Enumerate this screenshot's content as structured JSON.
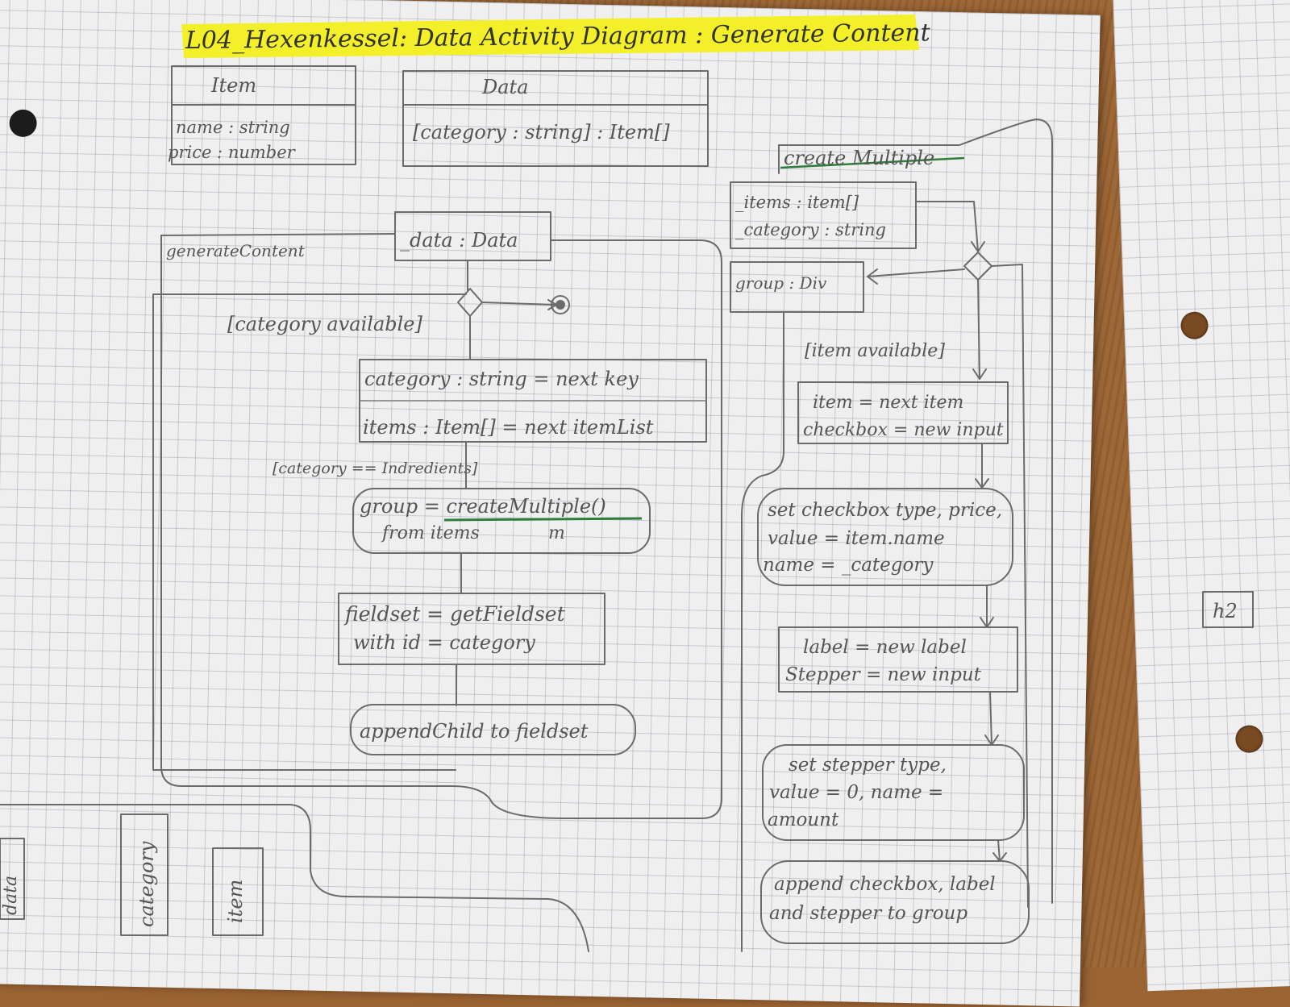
{
  "title": "L04_Hexenkessel: Data  Activity Diagram : Generate Content",
  "colors": {
    "highlighter": "#f3f02a",
    "underline_green": "#2f7d3c",
    "pencil": "#6b6b6b"
  },
  "item_class": {
    "name": "Item",
    "attributes": [
      "name : string",
      "price : number"
    ]
  },
  "data_class": {
    "name": "Data",
    "attributes": [
      "[category : string] : Item[]"
    ]
  },
  "generate_content": {
    "label": "generateContent",
    "param": "_data : Data",
    "guard_loop": "[category available]",
    "action_next": [
      "category : string = next key",
      "items : Item[] = next itemList"
    ],
    "guard_category": "[category == Indredients]",
    "action_create": [
      "group = createMultiple()",
      "from items"
    ],
    "action_create_extra": "m",
    "action_fieldset": [
      "fieldset = getFieldset",
      "with id = category"
    ],
    "action_append": "appendChild to fieldset"
  },
  "create_multiple": {
    "label": "create Multiple",
    "params": [
      "_items : item[]",
      "_category : string"
    ],
    "return": "group : Div",
    "guard_loop": "[item available]",
    "action_next": [
      "item = next item",
      "checkbox = new input"
    ],
    "action_checkbox": [
      "set checkbox type, price,",
      "value = item.name",
      "name = _category"
    ],
    "action_label": [
      "label = new label",
      "Stepper = new input"
    ],
    "action_stepper": [
      "set stepper type,",
      "value = 0, name =",
      "amount"
    ],
    "action_append": [
      "append checkbox, label",
      "and stepper to group"
    ]
  },
  "side_notes": {
    "category_flag": "category",
    "item_flag": "item",
    "left_flag": "data",
    "right_paper_tag": "h2"
  }
}
